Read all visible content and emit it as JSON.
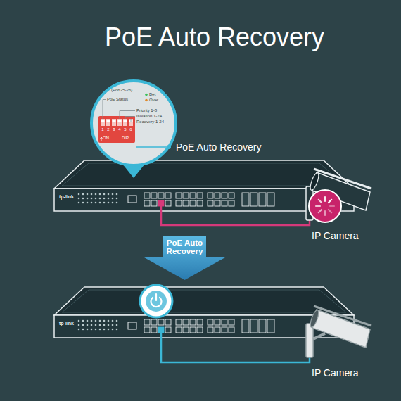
{
  "diagram": {
    "title": "PoE Auto Recovery",
    "nodes": [
      {
        "text": [
          "tp-link"
        ]
      },
      {
        "text": [
          "(Port25-26)",
          "PoE Status",
          "Det",
          "Over",
          "Priority 1-8",
          "Isolation 1-24",
          "Recovery 1-24",
          "1",
          "2",
          "3",
          "4",
          "5",
          "6",
          "ON",
          "DIP"
        ]
      },
      {
        "text": [
          "IP Camera"
        ]
      },
      {
        "text": [
          "PoE Auto Recovery"
        ]
      },
      {
        "text": [
          "tp-link"
        ]
      },
      {
        "text": [
          "IP Camera"
        ]
      }
    ],
    "edges": [
      {
        "from": 0,
        "to": 2,
        "arrow": "none"
      },
      {
        "from": 4,
        "to": 5,
        "arrow": "none"
      }
    ],
    "labels": [
      "PoE Auto Recovery"
    ]
  }
}
